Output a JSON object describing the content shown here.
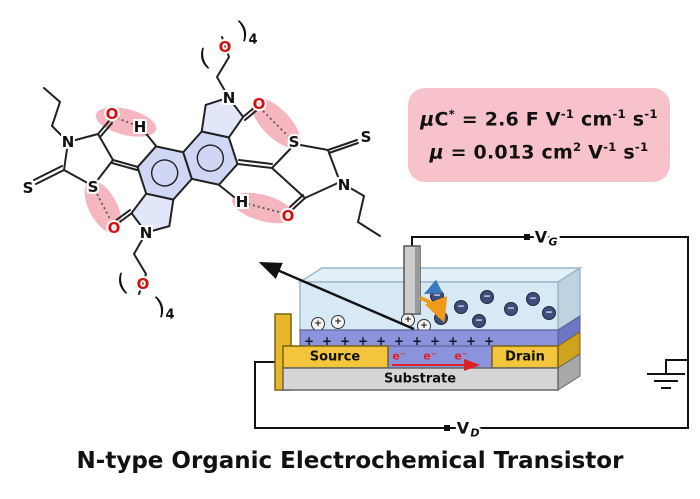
{
  "caption": {
    "text": "N-type Organic Electrochemical Transistor"
  },
  "metrics": {
    "line1": [
      {
        "t": "μ",
        "i": true
      },
      {
        "t": "C"
      },
      {
        "t": "*",
        "sup": true
      },
      {
        "t": " = 2.6 F V"
      },
      {
        "t": "-1",
        "sup": true
      },
      {
        "t": " cm"
      },
      {
        "t": "-1",
        "sup": true
      },
      {
        "t": " s"
      },
      {
        "t": "-1",
        "sup": true
      }
    ],
    "line2": [
      {
        "t": "μ",
        "i": true
      },
      {
        "t": " = 0.013 cm"
      },
      {
        "t": "2",
        "sup": true
      },
      {
        "t": " V"
      },
      {
        "t": "-1",
        "sup": true
      },
      {
        "t": " s"
      },
      {
        "t": "-1",
        "sup": true
      }
    ]
  },
  "molecule": {
    "atoms": {
      "n_left": "N",
      "s_ring_left": "S",
      "s_thione_left": "S",
      "o_carbonyl_left": "O",
      "h_left": "H",
      "o_carbonyl_bottom": "O",
      "n_bottom": "N",
      "o_chain_bottom": "O",
      "n_top": "N",
      "o_carbonyl_top": "O",
      "o_chain_top": "O",
      "s_ring_right": "S",
      "s_thione_right": "S",
      "n_right": "N",
      "h_right": "H",
      "o_carbonyl_right": "O"
    },
    "brackets": {
      "open": "(",
      "close": ")"
    },
    "repeat_subscript": "4"
  },
  "device": {
    "source_label": "Source",
    "drain_label": "Drain",
    "substrate_label": "Substrate",
    "gate_voltage": {
      "base": "V",
      "sub": "G"
    },
    "drain_voltage": {
      "base": "V",
      "sub": "D"
    },
    "electron_label": "e⁻",
    "anion_symbol": "−",
    "cation_symbol": "+",
    "channel_charge_symbol": "+"
  },
  "colors": {
    "highlight_pink": "#f4a9b4",
    "metrics_box_pink": "#f8c2cb",
    "core_blue": "#c9d1f3",
    "electrolyte_blue": "#d5e7f5",
    "channel_violet": "#8b93dd",
    "electrode_gold": "#f2c53d",
    "substrate_gray": "#d6d6d6",
    "electron_red": "#e02020",
    "oxygen_red": "#d51010"
  }
}
